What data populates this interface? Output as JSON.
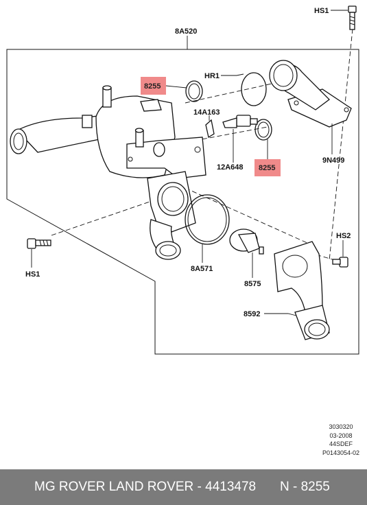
{
  "callouts": {
    "hs1_top": "HS1",
    "assembly": "8A520",
    "hr1": "HR1",
    "highlight_a": "8255",
    "c14a163": "14A163",
    "c12a648": "12A648",
    "highlight_b": "8255",
    "c9n499": "9N499",
    "hs2": "HS2",
    "hs1_left": "HS1",
    "c8a571": "8A571",
    "c8575": "8575",
    "c8592": "8592"
  },
  "colors": {
    "highlight": "#f08a8a",
    "footer_bg": "#7b7b7b",
    "line": "#111111"
  },
  "reference_codes": [
    "3030320",
    "03-2008",
    "44SDEF",
    "P0143054-02"
  ],
  "footer": {
    "brand_part": "MG ROVER LAND ROVER - 4413478",
    "item": "N - 8255"
  }
}
